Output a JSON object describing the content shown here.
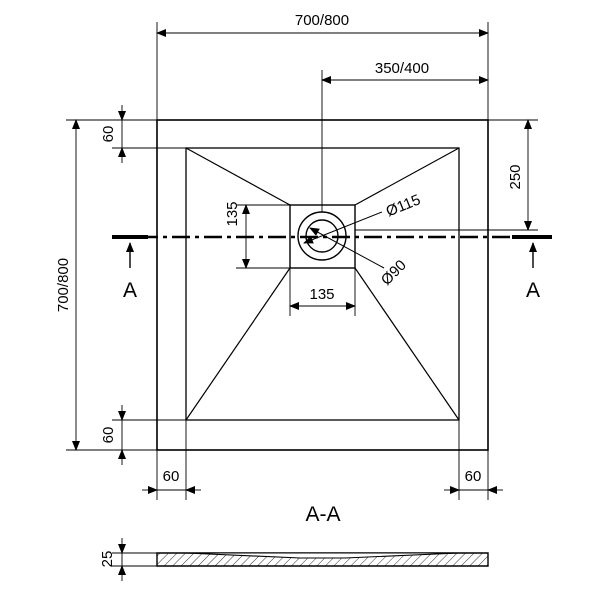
{
  "plan": {
    "width_label": "700/800",
    "half_width_label": "350/400",
    "height_label": "700/800",
    "top_border_label": "60",
    "bottom_border_label": "60",
    "left_border_label": "60",
    "right_border_label": "60",
    "drain_offset_label": "250",
    "drain_height_label": "135",
    "drain_width_label": "135",
    "outer_diameter_label": "Ø115",
    "inner_diameter_label": "Ø90",
    "section_marker_left": "A",
    "section_marker_right": "A"
  },
  "section": {
    "title": "A-A",
    "thickness_label": "25"
  },
  "colors": {
    "line": "#000000",
    "background": "#ffffff"
  }
}
